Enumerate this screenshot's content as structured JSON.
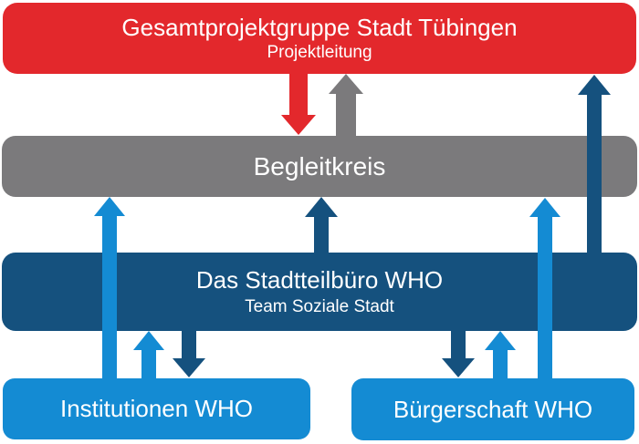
{
  "diagram": {
    "background_color": "#ffffff",
    "text_color": "#ffffff",
    "colors": {
      "red": "#e3282c",
      "gray": "#7b7a7c",
      "dark_blue": "#15517e",
      "light_blue": "#148bd3"
    },
    "nodes": {
      "gesamtprojektgruppe": {
        "title": "Gesamtprojektgruppe Stadt Tübingen",
        "subtitle": "Projektleitung",
        "color": "#e3282c"
      },
      "begleitkreis": {
        "title": "Begleitkreis",
        "color": "#7b7a7c"
      },
      "stadtteilbuero": {
        "title": "Das Stadtteilbüro WHO",
        "subtitle": "Team Soziale Stadt",
        "color": "#15517e"
      },
      "institutionen": {
        "title": "Institutionen WHO",
        "color": "#148bd3"
      },
      "buergerschaft": {
        "title": "Bürgerschaft WHO",
        "color": "#148bd3"
      }
    },
    "edges": [
      {
        "from": "gesamtprojektgruppe",
        "to": "begleitkreis",
        "direction": "down",
        "color": "red"
      },
      {
        "from": "begleitkreis",
        "to": "gesamtprojektgruppe",
        "direction": "up",
        "color": "gray"
      },
      {
        "from": "stadtteilbuero",
        "to": "gesamtprojektgruppe",
        "direction": "up",
        "color": "dark_blue"
      },
      {
        "from": "institutionen",
        "to": "begleitkreis",
        "direction": "up",
        "color": "light_blue"
      },
      {
        "from": "stadtteilbuero",
        "to": "begleitkreis",
        "direction": "up",
        "color": "dark_blue"
      },
      {
        "from": "buergerschaft",
        "to": "begleitkreis",
        "direction": "up",
        "color": "light_blue"
      },
      {
        "from": "institutionen",
        "to": "stadtteilbuero",
        "direction": "up",
        "color": "light_blue"
      },
      {
        "from": "stadtteilbuero",
        "to": "institutionen",
        "direction": "down",
        "color": "dark_blue"
      },
      {
        "from": "stadtteilbuero",
        "to": "buergerschaft",
        "direction": "down",
        "color": "dark_blue"
      },
      {
        "from": "buergerschaft",
        "to": "stadtteilbuero",
        "direction": "up",
        "color": "light_blue"
      }
    ]
  }
}
